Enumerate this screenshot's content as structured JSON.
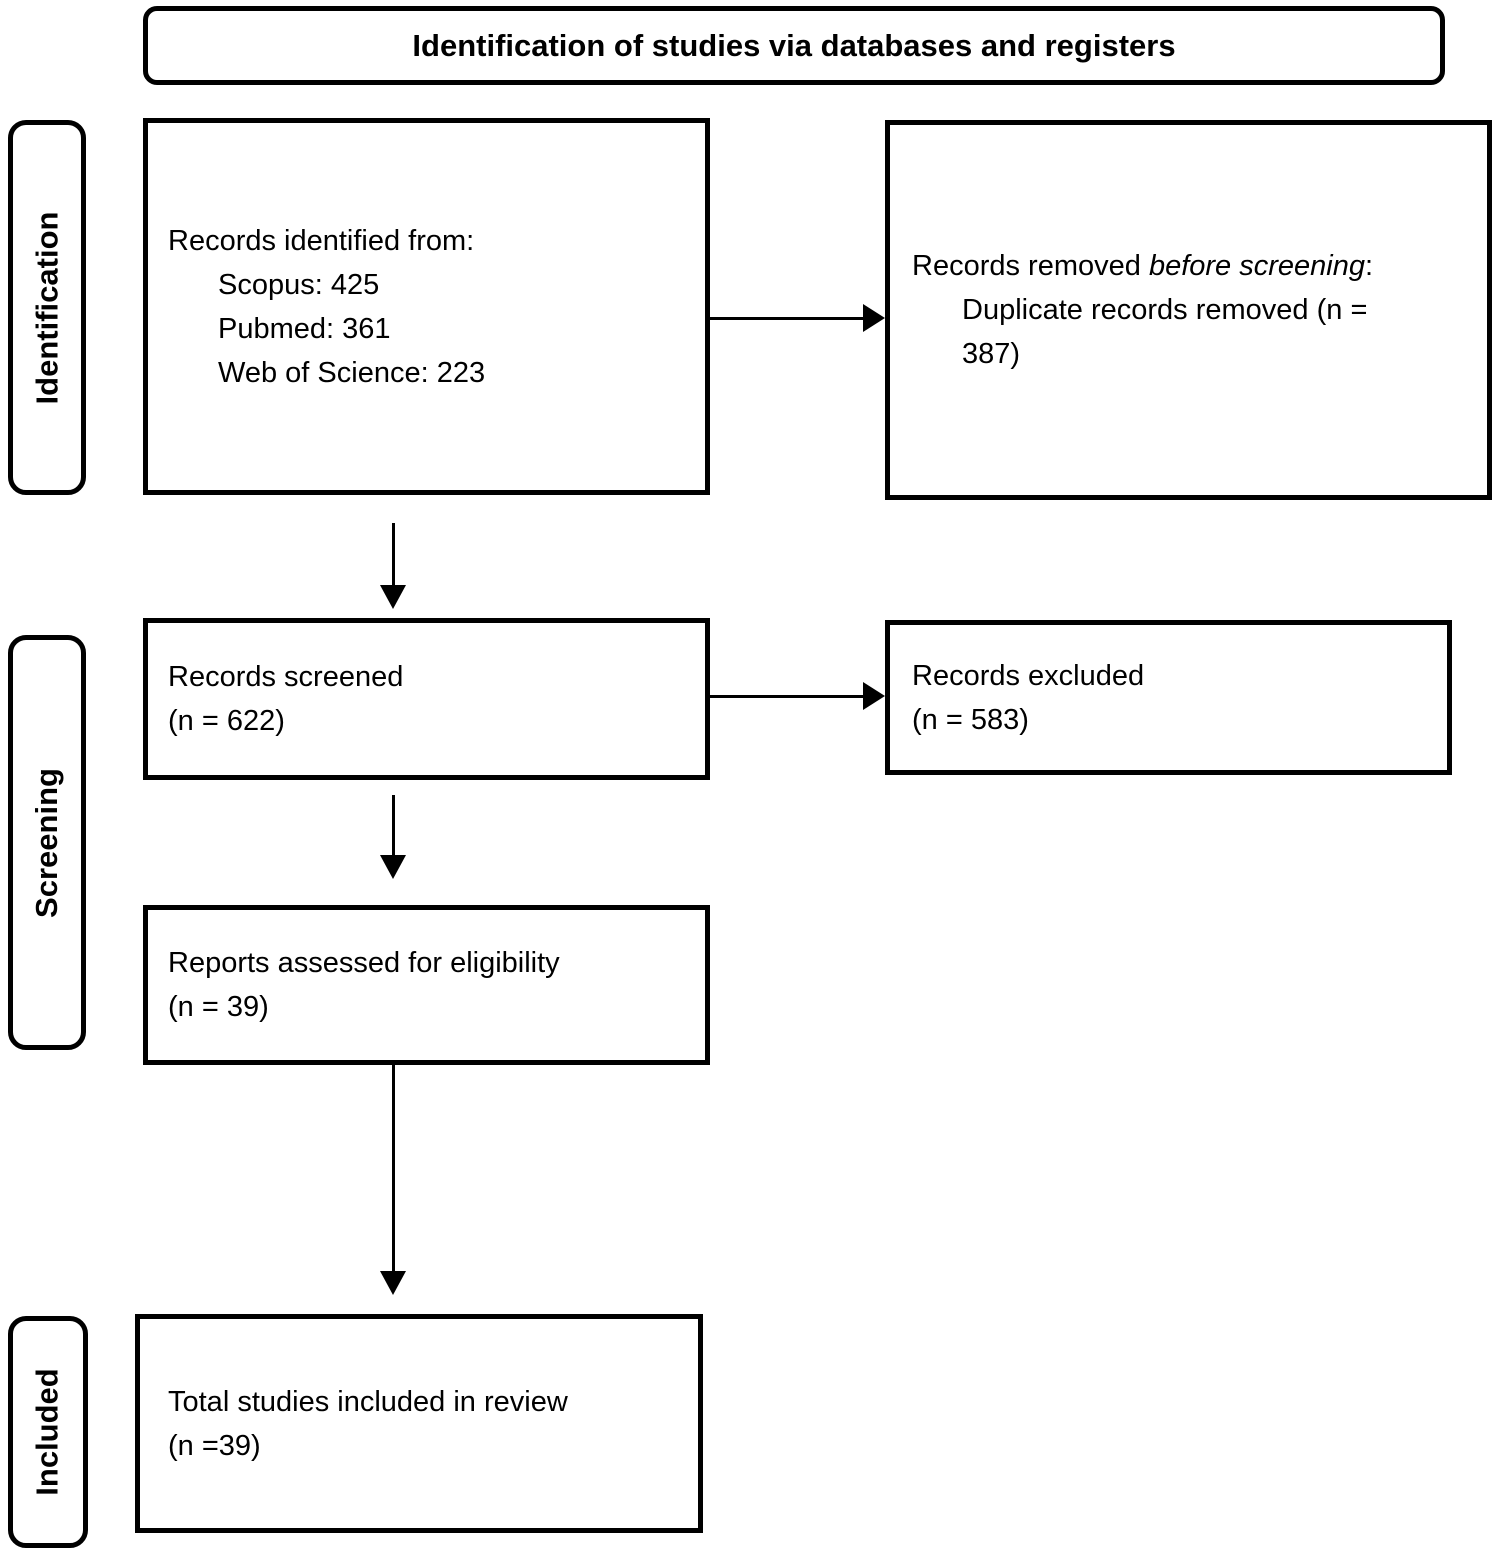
{
  "header": {
    "title": "Identification of studies via databases and registers"
  },
  "phases": {
    "identification": "Identification",
    "screening": "Screening",
    "included": "Included"
  },
  "boxes": {
    "records_identified": {
      "title": "Records identified from:",
      "sources": [
        "Scopus: 425",
        "Pubmed: 361",
        "Web of Science: 223"
      ]
    },
    "records_removed": {
      "line1_regular": "Records removed ",
      "line1_italic": "before screening",
      "line1_end": ":",
      "detail_lines": [
        "Duplicate records removed (n =",
        "387)"
      ]
    },
    "records_screened": {
      "lines": [
        "Records screened",
        "(n = 622)"
      ]
    },
    "records_excluded": {
      "lines": [
        "Records excluded",
        "(n = 583)"
      ]
    },
    "reports_assessed": {
      "lines": [
        "Reports assessed for eligibility",
        "(n = 39)"
      ]
    },
    "studies_included": {
      "lines": [
        "Total studies included in review",
        "(n =39)"
      ]
    }
  },
  "colors": {
    "border": "#000000",
    "text": "#000000",
    "background": "#ffffff"
  }
}
